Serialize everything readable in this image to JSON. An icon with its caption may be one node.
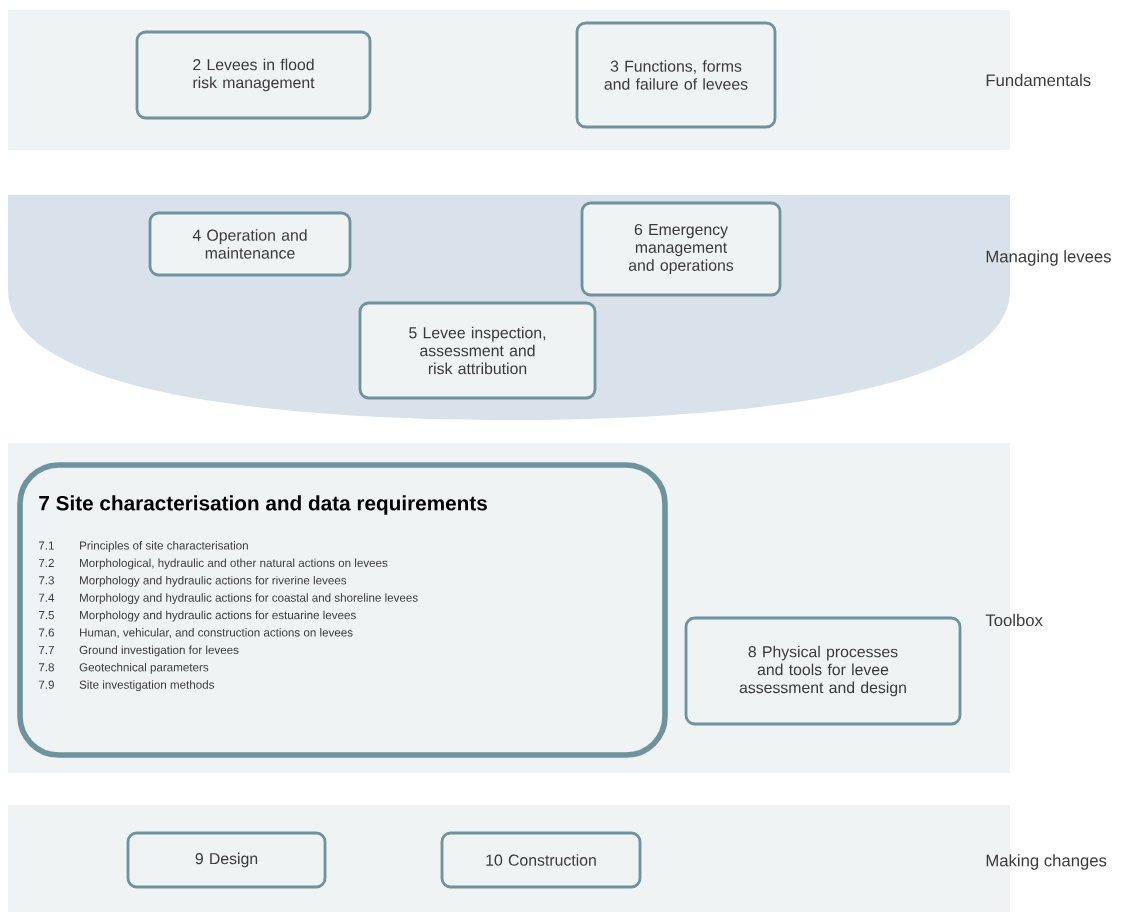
{
  "diagram": {
    "nodes": [
      {
        "text": [
          "Fundamentals"
        ]
      },
      {
        "text": [
          "2 Levees in flood risk management"
        ],
        "in": 0
      },
      {
        "text": [
          "3 Functions, forms and failure of levees"
        ],
        "in": 0
      },
      {
        "text": [
          "Managing levees"
        ]
      },
      {
        "text": [
          "4 Operation and maintenance"
        ],
        "in": 3
      },
      {
        "text": [
          "6 Emergency management and operations"
        ],
        "in": 3
      },
      {
        "text": [
          "5 Levee inspection, assessment and risk attribution"
        ],
        "in": 3
      },
      {
        "text": [
          "Toolbox"
        ]
      },
      {
        "text": [
          "7 Site characterisation and data requirements",
          "7.1",
          "Principles of site characterisation",
          "7.2",
          "Morphological, hydraulic and other natural actions on levees",
          "7.3",
          "Morphology and hydraulic actions for riverine levees",
          "7.4",
          "Morphology and hydraulic actions for coastal and shoreline levees",
          "7.5",
          "Morphology and hydraulic actions for estuarine levees",
          "7.6",
          "Human, vehicular, and construction actions on levees",
          "7.7",
          "Ground investigation for levees",
          "7.8",
          "Geotechnical parameters",
          "7.9",
          "Site investigation methods"
        ],
        "in": 7
      },
      {
        "text": [
          "8 Physical processes and tools for levee assessment and design"
        ],
        "in": 7
      },
      {
        "text": [
          "Making changes"
        ]
      },
      {
        "text": [
          "9 Design"
        ],
        "in": 10
      },
      {
        "text": [
          "10 Construction"
        ],
        "in": 10
      }
    ]
  }
}
